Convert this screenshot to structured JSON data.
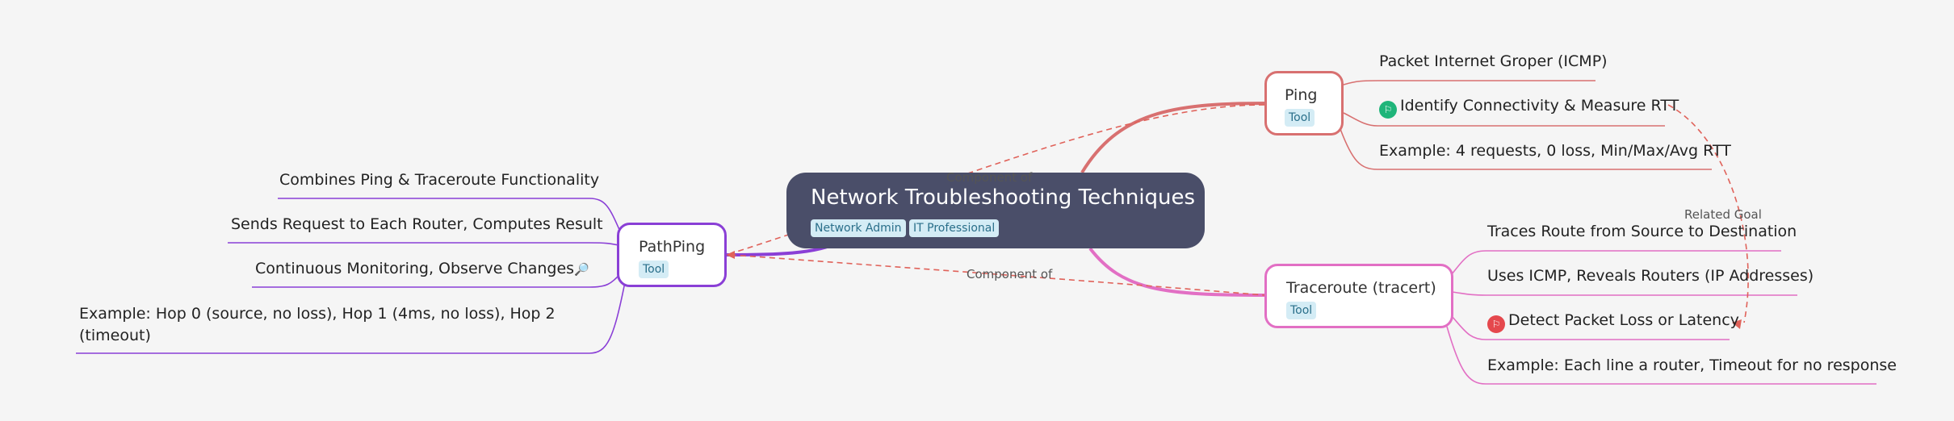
{
  "central": {
    "title": "Network Troubleshooting Techniques",
    "tags": [
      "Network Admin",
      "IT Professional"
    ]
  },
  "branches": {
    "ping": {
      "title": "Ping",
      "tag": "Tool",
      "color": "#d87070",
      "leaves": [
        "Packet Internet Groper (ICMP)",
        "Identify Connectivity & Measure RTT",
        "Example: 4 requests, 0 loss, Min/Max/Avg RTT"
      ]
    },
    "traceroute": {
      "title": "Traceroute (tracert)",
      "tag": "Tool",
      "color": "#e26fc4",
      "leaves": [
        "Traces Route from Source to Destination",
        "Uses ICMP, Reveals Routers (IP Addresses)",
        "Detect Packet Loss or Latency",
        "Example: Each line a router, Timeout for no response"
      ]
    },
    "pathping": {
      "title": "PathPing",
      "tag": "Tool",
      "color": "#8a3fd6",
      "leaves": [
        "Combines Ping & Traceroute Functionality",
        "Sends Request to Each Router, Computes Result",
        "Continuous Monitoring, Observe Changes",
        "Example: Hop 0 (source, no loss), Hop 1 (4ms, no loss), Hop 2 (timeout)"
      ]
    }
  },
  "icons": {
    "goal_flag_green": "flag-icon",
    "goal_flag_red": "flag-icon",
    "magnifier": "magnifier-icon",
    "green": "#1fb57a",
    "red": "#e5484d"
  },
  "relations": {
    "ping_component": "Component of",
    "pathping_component": "Component of",
    "related_goal": "Related Goal"
  }
}
